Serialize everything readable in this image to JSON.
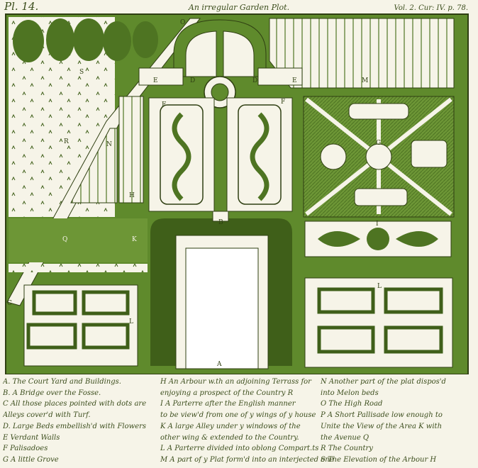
{
  "header": {
    "plate": "Pl. 14.",
    "title": "An irregular Garden Plot.",
    "volume": "Vol. 2. Cur: IV. p. 78."
  },
  "plan_labels": {
    "a": "A",
    "b": "B",
    "c": "C",
    "d": "D",
    "e": "E",
    "f": "F",
    "g": "G",
    "h": "H",
    "i": "I",
    "k": "K",
    "l": "L",
    "m": "M",
    "n": "N",
    "o": "O",
    "q": "Q",
    "r": "R",
    "s": "S"
  },
  "legend": {
    "col1": [
      "A. The Court Yard and Buildings.",
      "B. A Bridge over the Fosse.",
      "C All those places pointed with dots are",
      "   Alleys cover'd with Turf.",
      "D. Large Beds embellish'd with Flowers",
      "E Verdant Walls",
      "F Palisadoes",
      "G A little Grove"
    ],
    "col2": [
      "H An Arbour w.th an adjoining Terrass for",
      "enjoying a prospect of the Country R",
      "I A Parterre after the English manner",
      "to be view'd from one of y wings of y house",
      "K A large Alley under y windows of the",
      "other wing & extended to the Country.",
      "L A Parterre divided into oblong Compart.ts",
      "M A part of y Plat form'd into an interjected one"
    ],
    "col3": [
      "N Another part of the plat dispos'd",
      "into Melon beds",
      "O The High Road",
      "P A Short Pallisade low enough to",
      "Unite the View of the Area K with",
      "the Avenue Q",
      "R The Country",
      "S The Elevation of the Arbour H"
    ]
  },
  "colors": {
    "green": "#5f8a2c",
    "dark_green": "#3f5f19",
    "paper": "#f6f4e8"
  }
}
